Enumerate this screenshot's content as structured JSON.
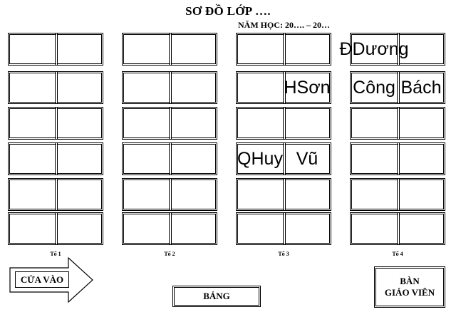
{
  "header": {
    "title": "SƠ ĐỒ LỚP ….",
    "school_year": "NĂM HỌC: 20…. – 20…"
  },
  "groups": [
    {
      "label": "Tổ 1",
      "desks": [
        [
          "",
          ""
        ],
        [
          "",
          ""
        ],
        [
          "",
          ""
        ],
        [
          "",
          ""
        ],
        [
          "",
          ""
        ],
        [
          "",
          ""
        ]
      ]
    },
    {
      "label": "Tổ 2",
      "desks": [
        [
          "",
          ""
        ],
        [
          "",
          ""
        ],
        [
          "",
          ""
        ],
        [
          "",
          ""
        ],
        [
          "",
          ""
        ],
        [
          "",
          ""
        ]
      ]
    },
    {
      "label": "Tổ 3",
      "desks": [
        [
          "",
          ""
        ],
        [
          "",
          "HSơn"
        ],
        [
          "",
          ""
        ],
        [
          "QHuy",
          "Vũ"
        ],
        [
          "",
          ""
        ],
        [
          "",
          ""
        ]
      ]
    },
    {
      "label": "Tổ 4",
      "desks": [
        [
          "ĐDương",
          ""
        ],
        [
          "Công",
          "Bách"
        ],
        [
          "",
          ""
        ],
        [
          "",
          ""
        ],
        [
          "",
          ""
        ],
        [
          "",
          ""
        ]
      ]
    }
  ],
  "door": {
    "label": "CỬA VÀO"
  },
  "board": {
    "label": "BẢNG"
  },
  "teacher_desk": {
    "line1": "BÀN",
    "line2": "GIÁO VIÊN"
  }
}
